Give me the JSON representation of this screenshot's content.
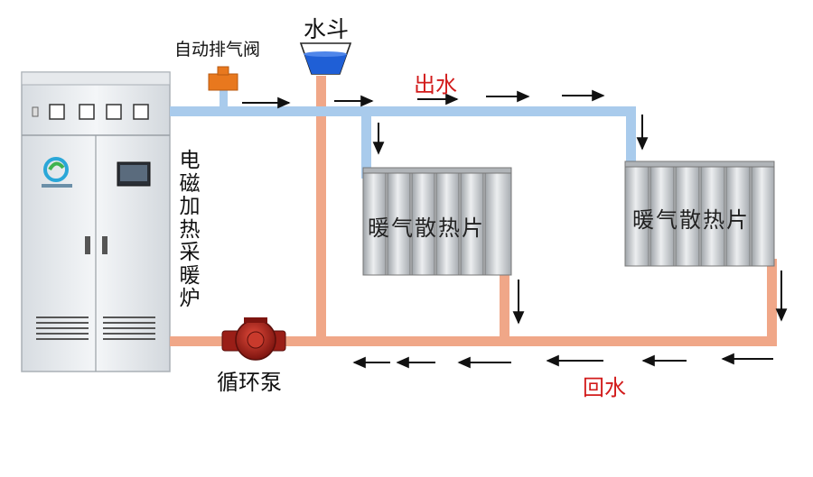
{
  "labels": {
    "air_valve": "自动排气阀",
    "water_tank": "水斗",
    "outflow": "出水",
    "return_flow": "回水",
    "pump": "循环泵",
    "boiler": "电磁加热采暖炉",
    "radiator_left": "暖气散热片",
    "radiator_right": "暖气散热片"
  },
  "colors": {
    "supply_pipe": "#a9cbec",
    "return_pipe": "#f0a788",
    "accent_text": "#d21b1b",
    "valve": "#e8781e",
    "tank_water": "#1f5fd6",
    "pump": "#b3261e",
    "cabinet": "#eef1f4"
  },
  "icons": [
    "air-valve-icon",
    "water-tank-icon",
    "circulation-pump-icon",
    "boiler-cabinet-icon",
    "radiator-icon",
    "flow-arrow-icon"
  ]
}
